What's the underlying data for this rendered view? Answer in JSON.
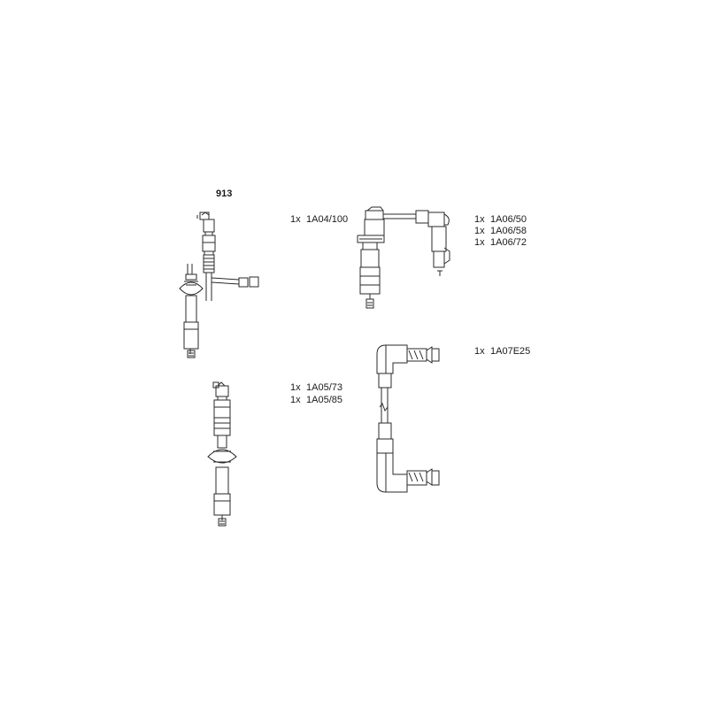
{
  "kit_number": "913",
  "parts": [
    {
      "qty": "1x",
      "code": "1A04/100"
    },
    {
      "qty": "1x",
      "code": "1A06/50"
    },
    {
      "qty": "1x",
      "code": "1A06/58"
    },
    {
      "qty": "1x",
      "code": "1A06/72"
    },
    {
      "qty": "1x",
      "code": "1A05/73"
    },
    {
      "qty": "1x",
      "code": "1A05/85"
    },
    {
      "qty": "1x",
      "code": "1A07E25"
    }
  ],
  "colors": {
    "line": "#2a2a2a",
    "background": "#ffffff"
  }
}
